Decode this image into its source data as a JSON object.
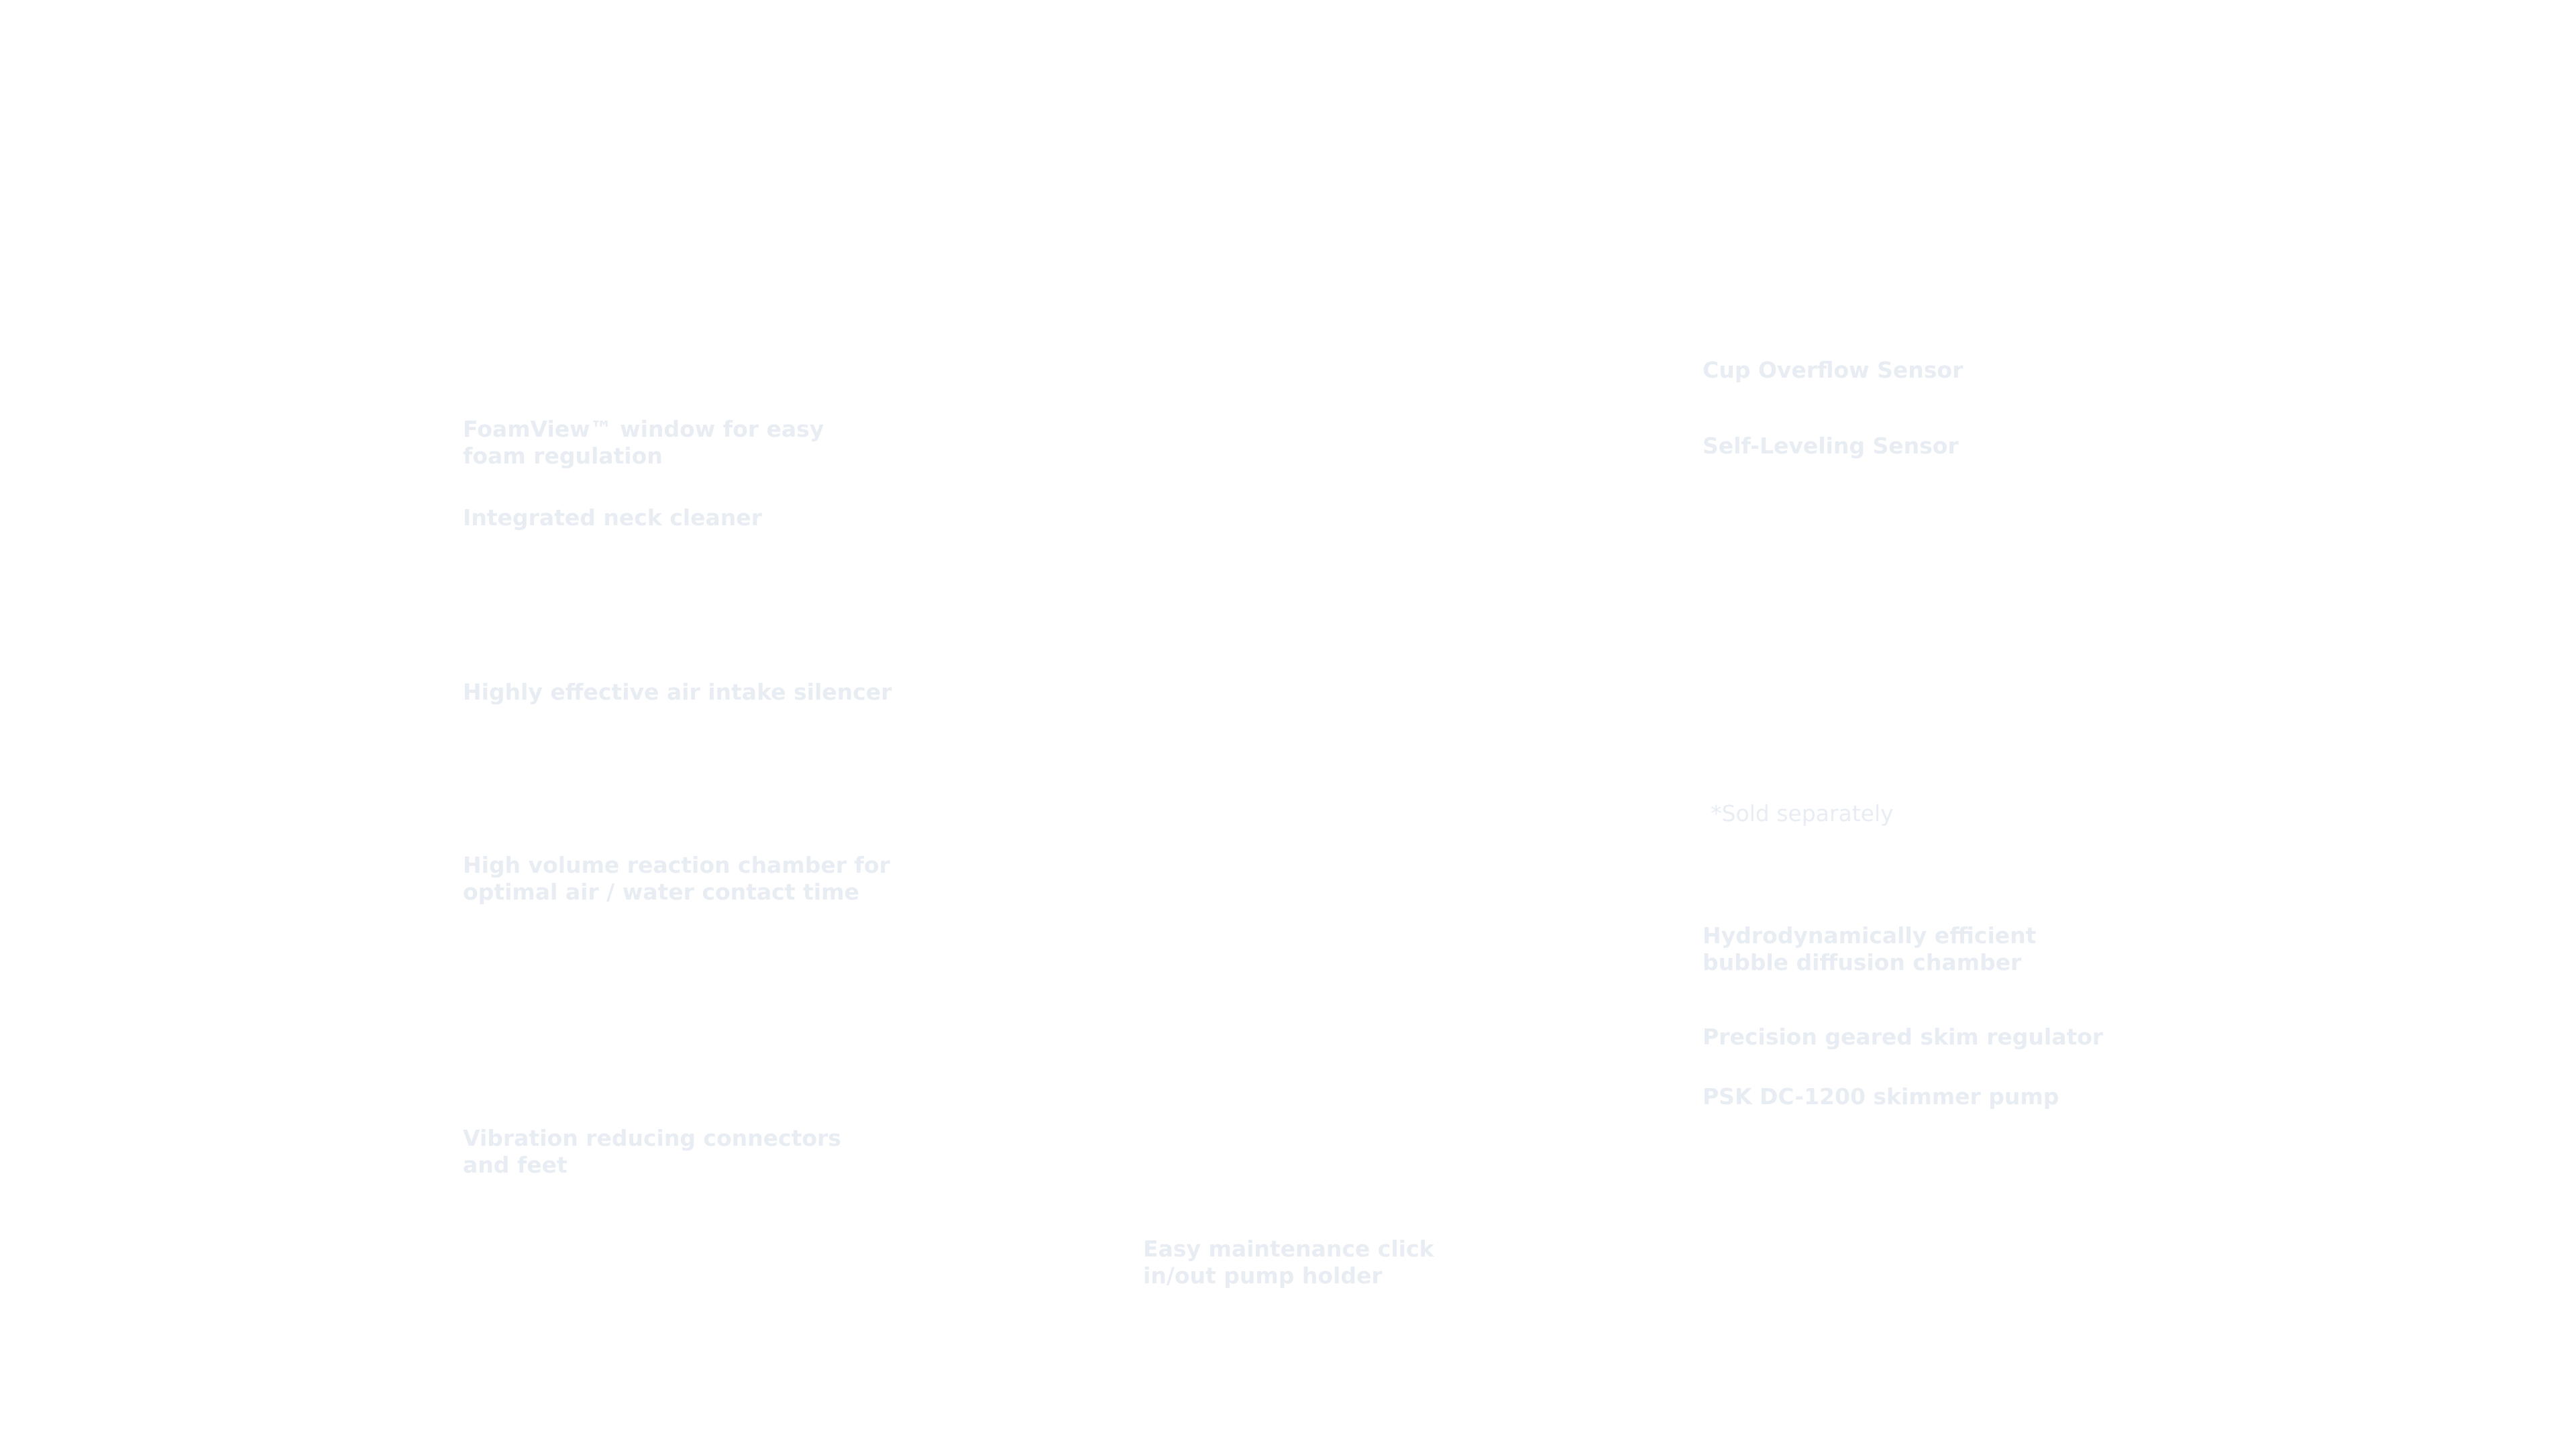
{
  "features": {
    "foamview": [
      "FoamView™ window for easy",
      "foam regulation"
    ],
    "neck_cleaner": "Integrated neck cleaner",
    "air_silencer": "Highly effective air intake silencer",
    "reaction_chamber": [
      "High volume reaction chamber for",
      "optimal air / water contact time"
    ],
    "vibration": [
      "Vibration reducing connectors",
      "and feet"
    ],
    "pump_holder": [
      "Easy maintenance click",
      "in/out pump holder"
    ],
    "overflow_sensor": "Cup Overflow Sensor",
    "self_leveling_sensor": "Self-Leveling Sensor",
    "sold_separately_note": "*Sold separately",
    "diffusion_chamber": [
      "Hydrodynamically efficient",
      "bubble diffusion chamber"
    ],
    "skim_regulator": "Precision geared skim regulator",
    "skimmer_pump": "PSK DC-1200 skimmer pump"
  },
  "colors": {
    "label_text": "#e8edf3",
    "background": "#ffffff"
  }
}
